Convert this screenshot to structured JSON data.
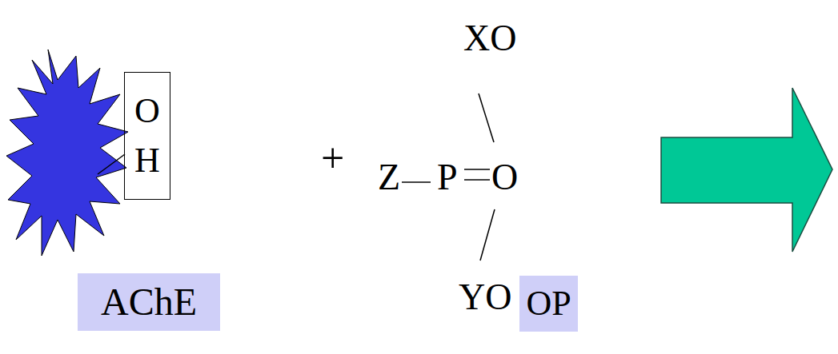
{
  "diagram": {
    "nodes": [
      {
        "text": [
          "O",
          "H"
        ]
      },
      {
        "text": [
          "AChE"
        ]
      },
      {
        "text": [
          "OP"
        ]
      }
    ],
    "labels": [
      "+",
      "XO",
      "Z",
      "P",
      "O",
      "YO"
    ]
  }
}
